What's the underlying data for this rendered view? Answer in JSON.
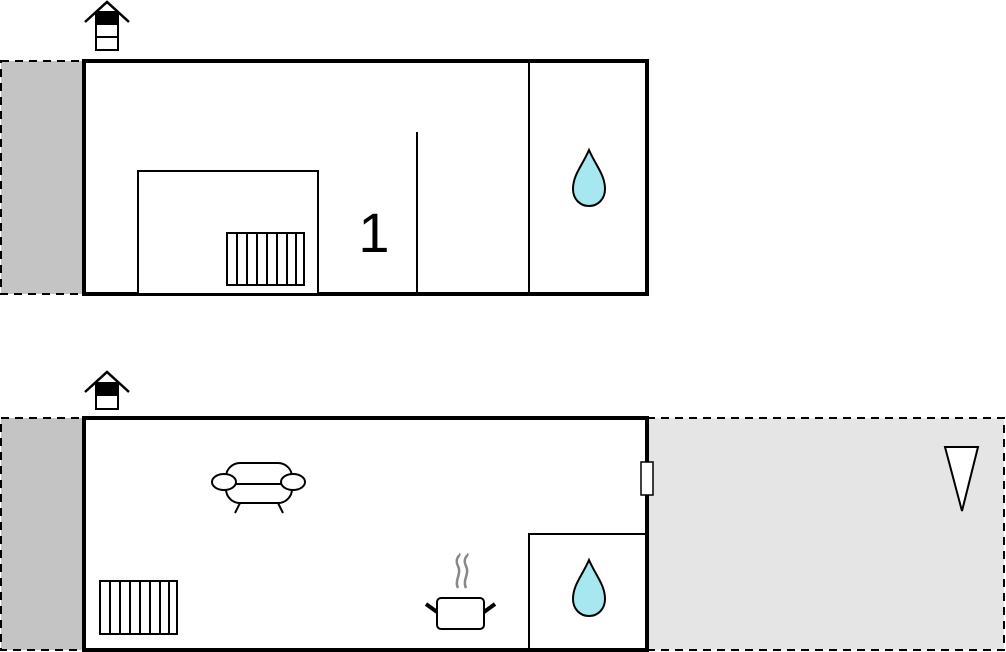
{
  "floors": [
    {
      "name": "upper",
      "room_number": "1",
      "icons": [
        "house-level-icon",
        "bed-icon",
        "bathroom-water-drop-icon"
      ]
    },
    {
      "name": "ground",
      "icons": [
        "house-level-icon",
        "sofa-icon",
        "kitchen-pot-icon",
        "bathroom-water-drop-icon",
        "radiator-icon",
        "door-icon",
        "north-arrow-icon"
      ]
    }
  ],
  "colors": {
    "wall": "#000000",
    "terrace": "#c4c4c4",
    "garden": "#e5e5e5",
    "water": "#a7e7f0"
  }
}
